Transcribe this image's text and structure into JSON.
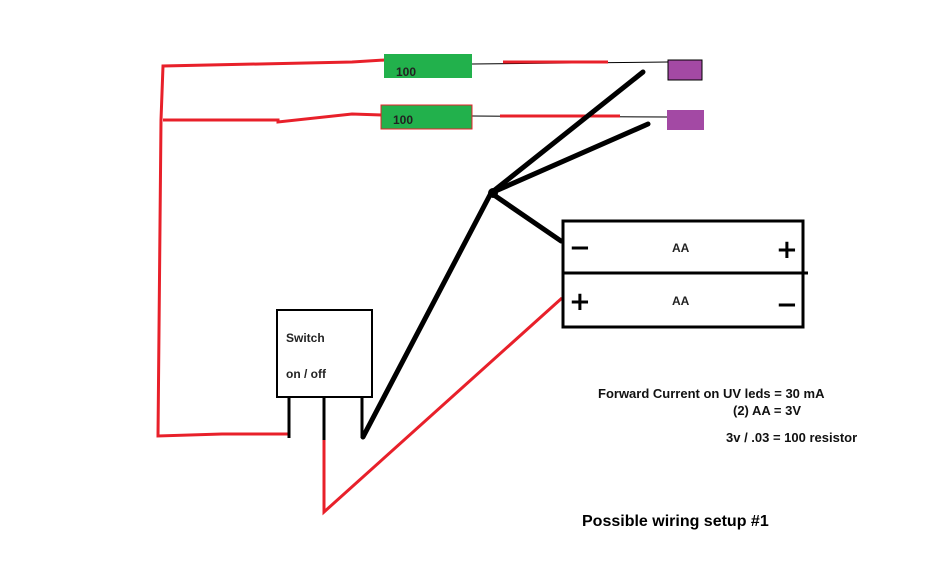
{
  "resistors": [
    {
      "label": "100"
    },
    {
      "label": "100"
    }
  ],
  "switch": {
    "line1": "Switch",
    "line2": "on / off"
  },
  "battery": {
    "top": {
      "label": "AA",
      "left_sign": "−",
      "right_sign": "+"
    },
    "bottom": {
      "label": "AA",
      "left_sign": "+",
      "right_sign": "−"
    }
  },
  "notes": {
    "forward_current": "Forward Current on UV leds = 30 mA",
    "voltage": "(2) AA = 3V",
    "calc": "3v / .03 = 100 resistor"
  },
  "title": "Possible wiring setup #1",
  "colors": {
    "wire_red": "#e8202a",
    "wire_black": "#000000",
    "resistor": "#22b14c",
    "led": "#a349a4"
  }
}
